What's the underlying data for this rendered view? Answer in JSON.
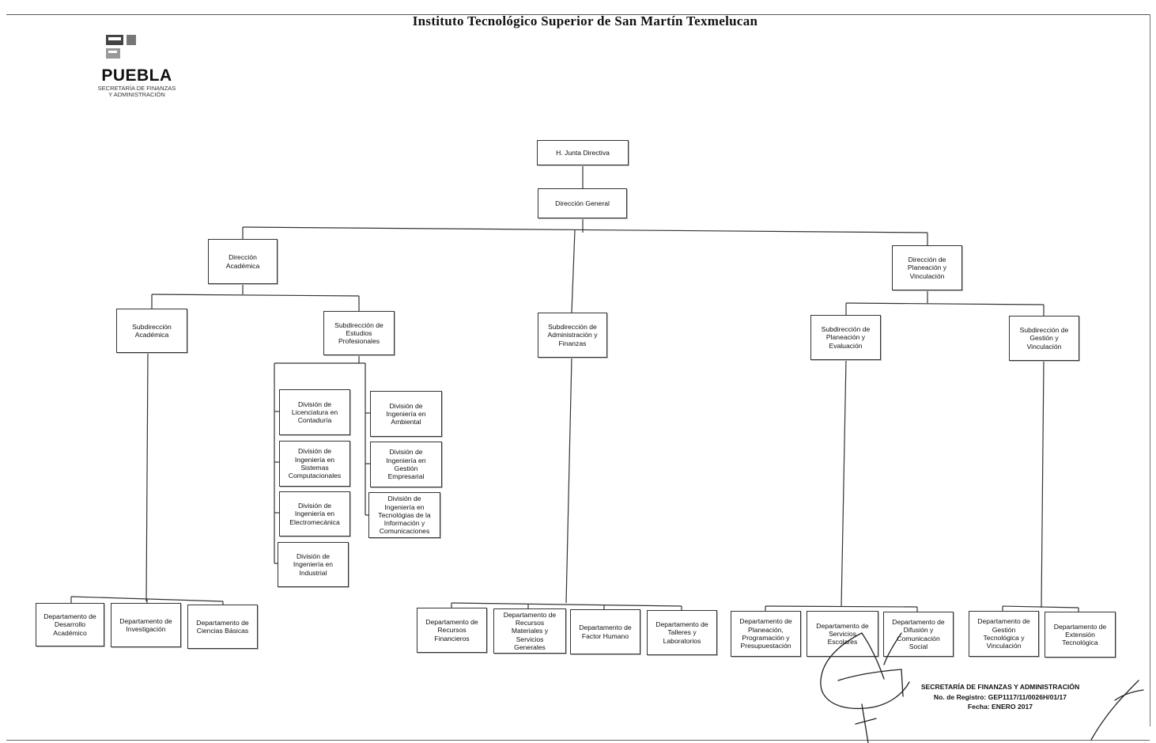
{
  "header": {
    "title": "Instituto Tecnológico Superior de  San Martín Texmelucan"
  },
  "logo": {
    "main": "PUEBLA",
    "sub": "SECRETARÍA DE FINANZAS\nY ADMINISTRACIÓN"
  },
  "org": {
    "junta": "H. Junta Directiva",
    "direccion_general": "Dirección General",
    "direccion_academica": "Dirección\nAcadémica",
    "direccion_planeacion": "Dirección de\nPlaneación y\nVinculación",
    "sub_academica": "Subdirección\nAcadémica",
    "sub_estudios": "Subdirección de\nEstudios\nProfesionales",
    "sub_administracion": "Subdirección de\nAdministración y\nFinanzas",
    "sub_planeacion": "Subdirección de\nPlaneación y\nEvaluación",
    "sub_gestion": "Subdirección de\nGestión y\nVinculación",
    "div_contaduria": "División de\nLicenciatura en\nContaduría",
    "div_sistemas": "División de\nIngeniería en\nSistemas\nComputacionales",
    "div_electromecanica": "División de\nIngeniería en\nElectromecánica",
    "div_industrial": "División de\nIngeniería en\nIndustrial",
    "div_ambiental": "División de\nIngeniería en\nAmbiental",
    "div_empresarial": "División de\nIngeniería en\nGestión\nEmpresarial",
    "div_tic": "División de\nIngeniería en\nTecnológias de la\nInformación y\nComunicaciones",
    "dep_desarrollo": "Departamento de\nDesarrollo\nAcadémico",
    "dep_investigacion": "Departamento de\nInvestigación",
    "dep_ciencias": "Departamento de\nCiencias Básicas",
    "dep_financieros": "Departamento de\nRecursos\nFinancieros",
    "dep_materiales": "Departamento de\nRecursos\nMateriales y\nServicios\nGenerales",
    "dep_factor": "Departamento de\nFactor Humano",
    "dep_talleres": "Departamento de\nTalleres y\nLaboratorios",
    "dep_planeacion": "Departamento de\nPlaneación,\nProgramación y\nPresupuestación",
    "dep_escolares": "Departamento de\nServicios\nEscolares",
    "dep_difusion": "Departamento de\nDifusión y\nComunicación\nSocial",
    "dep_gestion_tec": "Departamento de\nGestión\nTecnológica y\nVinculación",
    "dep_extension": "Departamento de\nExtensión\nTecnológica"
  },
  "stamp": {
    "line1": "SECRETARÍA DE FINANZAS Y ADMINISTRACIÓN",
    "line2": "No. de Registro: GEP1117/11/0026H/01/17",
    "line3": "Fecha: ENERO 2017"
  }
}
